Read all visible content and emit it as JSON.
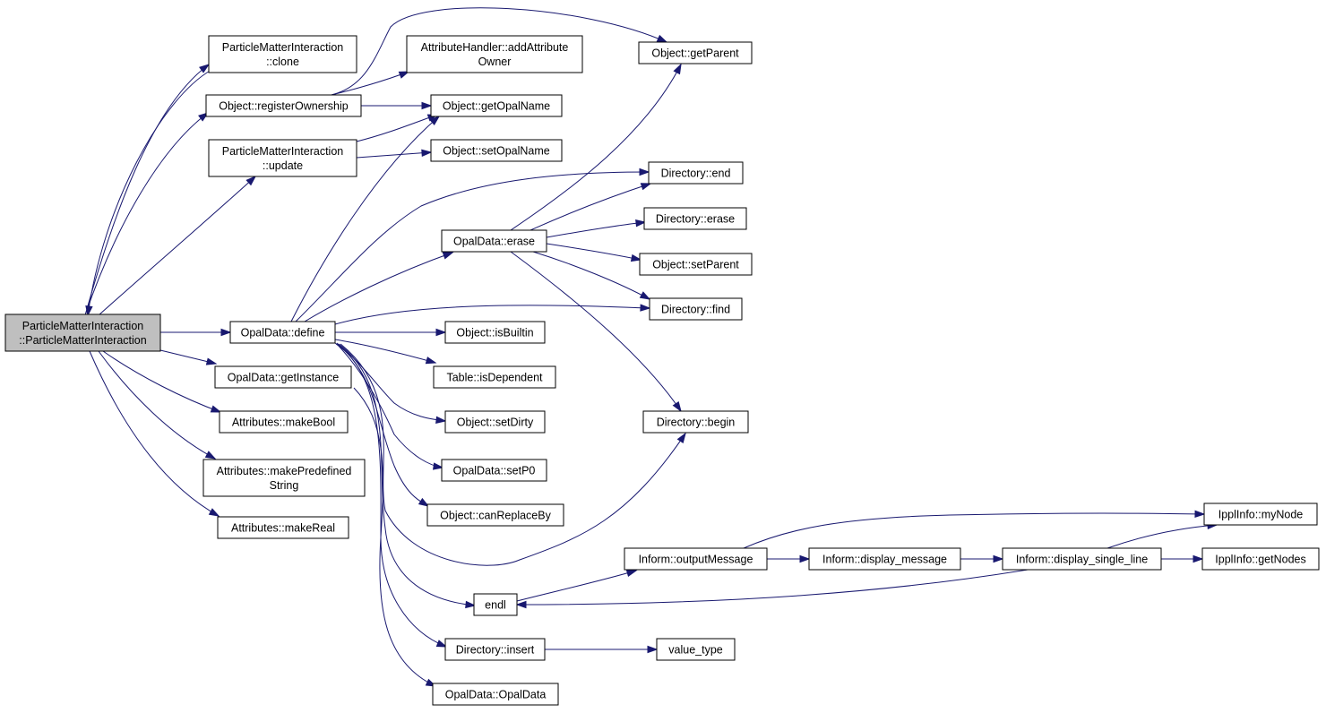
{
  "graph": {
    "nodes": [
      {
        "id": "root",
        "lines": [
          "ParticleMatterInteraction",
          "::ParticleMatterInteraction"
        ],
        "root": true
      },
      {
        "id": "pmi_clone",
        "lines": [
          "ParticleMatterInteraction",
          "::clone"
        ]
      },
      {
        "id": "obj_regown",
        "lines": [
          "Object::registerOwnership"
        ]
      },
      {
        "id": "pmi_update",
        "lines": [
          "ParticleMatterInteraction",
          "::update"
        ]
      },
      {
        "id": "od_define",
        "lines": [
          "OpalData::define"
        ]
      },
      {
        "id": "od_getinst",
        "lines": [
          "OpalData::getInstance"
        ]
      },
      {
        "id": "attr_bool",
        "lines": [
          "Attributes::makeBool"
        ]
      },
      {
        "id": "attr_predef",
        "lines": [
          "Attributes::makePredefined",
          "String"
        ]
      },
      {
        "id": "attr_real",
        "lines": [
          "Attributes::makeReal"
        ]
      },
      {
        "id": "ah_addowner",
        "lines": [
          "AttributeHandler::addAttribute",
          "Owner"
        ]
      },
      {
        "id": "obj_getopal",
        "lines": [
          "Object::getOpalName"
        ]
      },
      {
        "id": "obj_setopal",
        "lines": [
          "Object::setOpalName"
        ]
      },
      {
        "id": "od_erase",
        "lines": [
          "OpalData::erase"
        ]
      },
      {
        "id": "obj_isbuiltin",
        "lines": [
          "Object::isBuiltin"
        ]
      },
      {
        "id": "tbl_isdep",
        "lines": [
          "Table::isDependent"
        ]
      },
      {
        "id": "obj_setdirty",
        "lines": [
          "Object::setDirty"
        ]
      },
      {
        "id": "od_setp0",
        "lines": [
          "OpalData::setP0"
        ]
      },
      {
        "id": "obj_canrepl",
        "lines": [
          "Object::canReplaceBy"
        ]
      },
      {
        "id": "endl",
        "lines": [
          "endl"
        ]
      },
      {
        "id": "dir_insert",
        "lines": [
          "Directory::insert"
        ]
      },
      {
        "id": "od_ctor",
        "lines": [
          "OpalData::OpalData"
        ]
      },
      {
        "id": "obj_getparent",
        "lines": [
          "Object::getParent"
        ]
      },
      {
        "id": "dir_end",
        "lines": [
          "Directory::end"
        ]
      },
      {
        "id": "dir_erase",
        "lines": [
          "Directory::erase"
        ]
      },
      {
        "id": "obj_setparent",
        "lines": [
          "Object::setParent"
        ]
      },
      {
        "id": "dir_find",
        "lines": [
          "Directory::find"
        ]
      },
      {
        "id": "dir_begin",
        "lines": [
          "Directory::begin"
        ]
      },
      {
        "id": "inf_outmsg",
        "lines": [
          "Inform::outputMessage"
        ]
      },
      {
        "id": "value_type",
        "lines": [
          "value_type"
        ]
      },
      {
        "id": "inf_dispmsg",
        "lines": [
          "Inform::display_message"
        ]
      },
      {
        "id": "inf_dispsingle",
        "lines": [
          "Inform::display_single_line"
        ]
      },
      {
        "id": "ippl_mynode",
        "lines": [
          "IpplInfo::myNode"
        ]
      },
      {
        "id": "ippl_getnodes",
        "lines": [
          "IpplInfo::getNodes"
        ]
      }
    ],
    "edges": [
      {
        "from": "root",
        "to": "pmi_clone"
      },
      {
        "from": "root",
        "to": "obj_regown"
      },
      {
        "from": "root",
        "to": "pmi_update"
      },
      {
        "from": "root",
        "to": "od_define"
      },
      {
        "from": "root",
        "to": "od_getinst"
      },
      {
        "from": "root",
        "to": "attr_bool"
      },
      {
        "from": "root",
        "to": "attr_predef"
      },
      {
        "from": "root",
        "to": "attr_real"
      },
      {
        "from": "pmi_clone",
        "to": "root"
      },
      {
        "from": "obj_regown",
        "to": "obj_getparent"
      },
      {
        "from": "obj_regown",
        "to": "ah_addowner"
      },
      {
        "from": "obj_regown",
        "to": "obj_getopal"
      },
      {
        "from": "pmi_update",
        "to": "obj_getopal"
      },
      {
        "from": "pmi_update",
        "to": "obj_setopal"
      },
      {
        "from": "od_define",
        "to": "obj_getopal"
      },
      {
        "from": "od_define",
        "to": "dir_end"
      },
      {
        "from": "od_define",
        "to": "od_erase"
      },
      {
        "from": "od_define",
        "to": "dir_find"
      },
      {
        "from": "od_define",
        "to": "obj_isbuiltin"
      },
      {
        "from": "od_define",
        "to": "tbl_isdep"
      },
      {
        "from": "od_define",
        "to": "obj_setdirty"
      },
      {
        "from": "od_define",
        "to": "od_setp0"
      },
      {
        "from": "od_define",
        "to": "obj_canrepl"
      },
      {
        "from": "od_define",
        "to": "dir_begin"
      },
      {
        "from": "od_define",
        "to": "endl"
      },
      {
        "from": "od_define",
        "to": "dir_insert"
      },
      {
        "from": "od_getinst",
        "to": "od_ctor"
      },
      {
        "from": "od_erase",
        "to": "obj_getparent"
      },
      {
        "from": "od_erase",
        "to": "dir_end"
      },
      {
        "from": "od_erase",
        "to": "dir_erase"
      },
      {
        "from": "od_erase",
        "to": "obj_setparent"
      },
      {
        "from": "od_erase",
        "to": "dir_find"
      },
      {
        "from": "od_erase",
        "to": "dir_begin"
      },
      {
        "from": "endl",
        "to": "inf_outmsg"
      },
      {
        "from": "inf_outmsg",
        "to": "inf_dispmsg"
      },
      {
        "from": "inf_outmsg",
        "to": "ippl_mynode"
      },
      {
        "from": "inf_dispmsg",
        "to": "inf_dispsingle"
      },
      {
        "from": "inf_dispsingle",
        "to": "ippl_mynode"
      },
      {
        "from": "inf_dispsingle",
        "to": "ippl_getnodes"
      },
      {
        "from": "inf_dispsingle",
        "to": "endl"
      },
      {
        "from": "dir_insert",
        "to": "value_type"
      }
    ]
  }
}
